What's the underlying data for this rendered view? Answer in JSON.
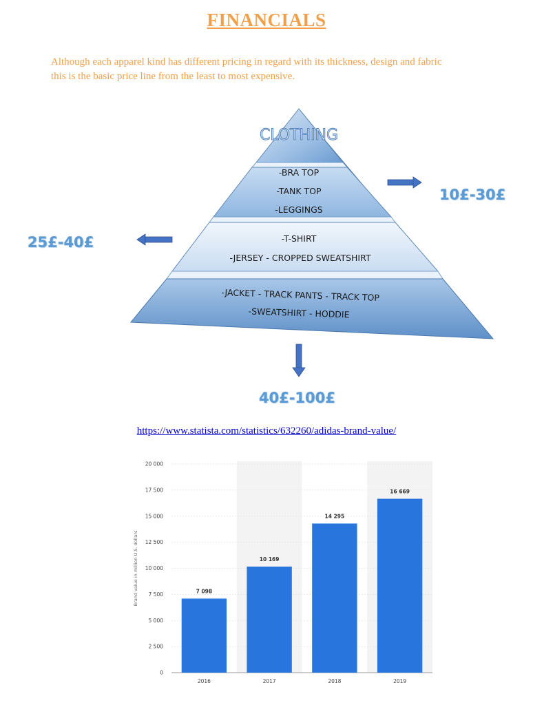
{
  "header": {
    "title": "FINANCIALS",
    "intro_line1": "Although each apparel kind has different pricing in regard with  its thickness, design and fabric",
    "intro_line2": "this is the basic price line from the least to most expensive."
  },
  "pyramid": {
    "top_label": "CLOTHING",
    "tier1": [
      "-BRA TOP",
      "-TANK TOP",
      "-LEGGINGS"
    ],
    "tier2": [
      "-T-SHIRT",
      "-JERSEY  - CROPPED SWEATSHIRT"
    ],
    "tier3": [
      "-JACKET - TRACK PANTS - TRACK TOP",
      "-SWEATSHIRT - HODDIE"
    ],
    "price_right": "10£-30£",
    "price_left": "25£-40£",
    "price_bottom": "40£-100£",
    "colors": {
      "light": "#dbe8f6",
      "mid": "#9dbfe4",
      "dark": "#5b8fc9",
      "arrow": "#4472c4",
      "price": "#5b9bd5"
    }
  },
  "source": {
    "url": "https://www.statista.com/statistics/632260/adidas-brand-value/"
  },
  "chart_data": {
    "type": "bar",
    "categories": [
      "2016",
      "2017",
      "2018",
      "2019"
    ],
    "values": [
      7098,
      10169,
      14295,
      16669
    ],
    "data_labels": [
      "7 098",
      "10 169",
      "14 295",
      "16 669"
    ],
    "ylabel": "Brand value in million U.S. dollars",
    "ylim": [
      0,
      20000
    ],
    "yticks": [
      0,
      2500,
      5000,
      7500,
      10000,
      12500,
      15000,
      17500,
      20000
    ],
    "ytick_labels": [
      "0",
      "2 500",
      "5 000",
      "7 500",
      "10 000",
      "12 500",
      "15 000",
      "17 500",
      "20 000"
    ],
    "grid": true,
    "bar_color": "#2876dd",
    "band_color": "#f3f3f3"
  }
}
